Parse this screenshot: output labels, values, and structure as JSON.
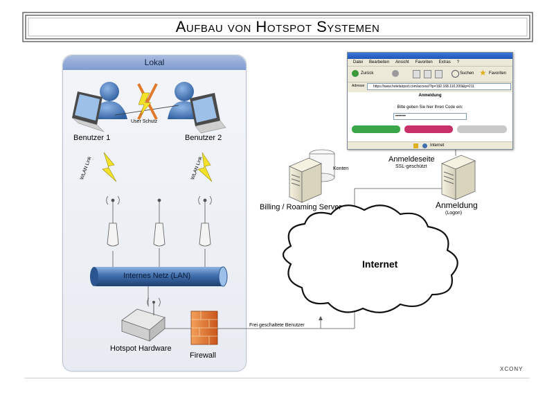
{
  "title": "Aufbau von Hotspot Systemen",
  "lokal": {
    "header": "Lokal",
    "user1": "Benutzer 1",
    "user2": "Benutzer 2",
    "user_schutz": "User Schutz",
    "wlan_link_1": "WLAN Link",
    "wlan_link_2": "WLAN Link",
    "lan": "Internes Netz (LAN)",
    "hotspot": "Hotspot Hardware",
    "firewall": "Firewall"
  },
  "network": {
    "frei": "Frei geschaltete Benutzer",
    "internet": "Internet",
    "billing": "Billing / Roaming Server",
    "konten": "Konten",
    "anmeldeseite": "Anmeldeseite",
    "ssl": "SSL-geschützt",
    "anmeldung": "Anmeldung",
    "logon": "(Logon)"
  },
  "browser": {
    "menu": [
      "Datei",
      "Bearbeiten",
      "Ansicht",
      "Favoriten",
      "Extras",
      "?"
    ],
    "back": "Zurück",
    "search": "Suchen",
    "favorites": "Favoriten",
    "address_label": "Adresse",
    "address": "https://www.hotelairport.com/access/?ip=192.168.110.200&ip=211",
    "page_title": "Anmeldung",
    "prompt": "Bitte geben Sie hier Ihren Code ein:",
    "code": "•••••••",
    "status": "Internet"
  },
  "brand": "XCONY",
  "colors": {
    "lan_pipe": "#3f6fae",
    "firewall": "#e07a2a",
    "lightning": "#f3e12a",
    "panel_head": "#8ea7d6"
  }
}
